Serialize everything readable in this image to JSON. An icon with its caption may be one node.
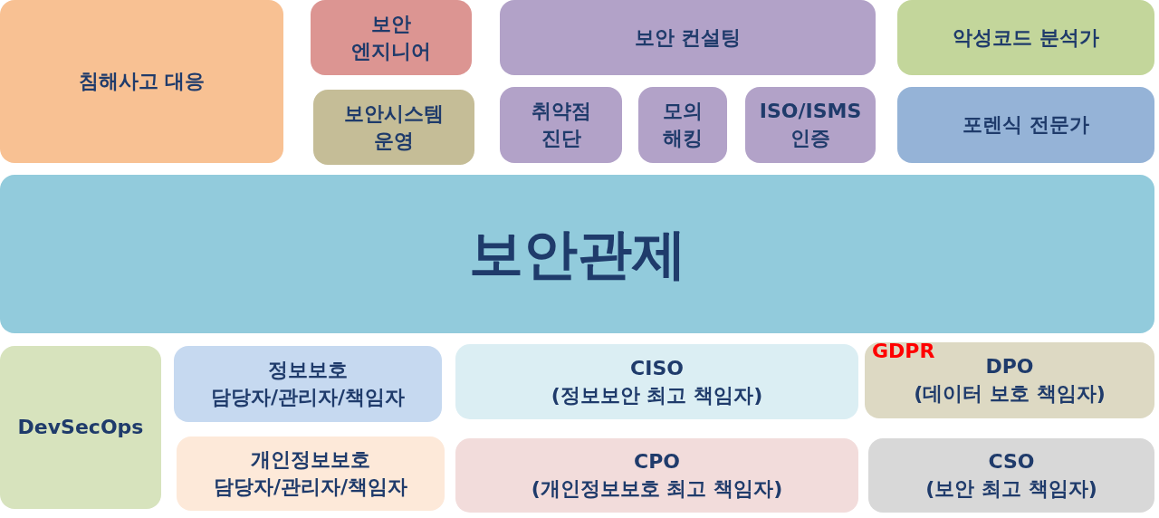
{
  "diagram": {
    "nodes": [
      {
        "text": [
          "침해사고 대응"
        ]
      },
      {
        "text": [
          "보안 엔지니어"
        ]
      },
      {
        "text": [
          "보안시스템 운영"
        ]
      },
      {
        "text": [
          "보안 컨설팅"
        ]
      },
      {
        "text": [
          "취약점 진단"
        ]
      },
      {
        "text": [
          "모의 해킹"
        ]
      },
      {
        "text": [
          "ISO/ISMS 인증"
        ]
      },
      {
        "text": [
          "악성코드 분석가"
        ]
      },
      {
        "text": [
          "포렌식 전문가"
        ]
      },
      {
        "text": [
          "보안관제"
        ]
      },
      {
        "text": [
          "DevSecOps"
        ]
      },
      {
        "text": [
          "정보보호",
          "담당자/관리자/책임자"
        ]
      },
      {
        "text": [
          "개인정보보호",
          "담당자/관리자/책임자"
        ]
      },
      {
        "text": [
          "CISO",
          "(정보보안 최고 책임자)"
        ]
      },
      {
        "text": [
          "GDPR",
          "DPO",
          "(데이터 보호 책임자)"
        ]
      },
      {
        "text": [
          "CPO",
          "(개인정보보호 최고 책임자)"
        ]
      },
      {
        "text": [
          "CSO",
          "(보안 최고 책임자)"
        ]
      }
    ]
  }
}
